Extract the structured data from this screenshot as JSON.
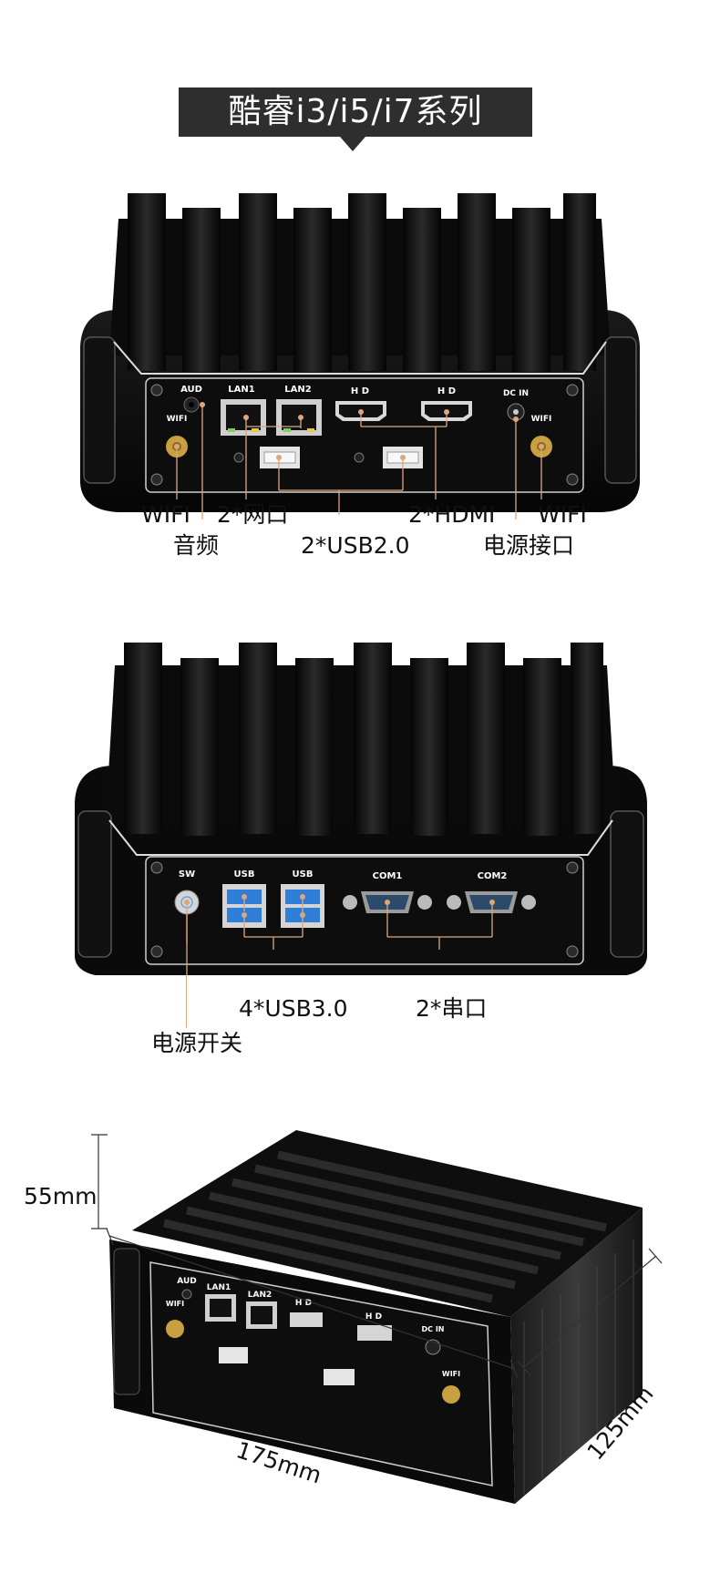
{
  "title": "酷睿i3/i5/i7系列",
  "view1": {
    "panel_labels": {
      "aud": "AUD",
      "lan1": "LAN1",
      "lan2": "LAN2",
      "hd1": "H D",
      "hd2": "H D",
      "dcin": "DC IN",
      "wifi_left": "WIFI",
      "wifi_right": "WIFI"
    },
    "callouts": {
      "wifi_left": "WIFI",
      "audio": "音频",
      "lan": "2*网口",
      "usb": "2*USB2.0",
      "hdmi": "2*HDMI",
      "wifi_right": "WIFI",
      "power": "电源接口"
    }
  },
  "view2": {
    "panel_labels": {
      "sw": "SW",
      "usb1": "USB",
      "usb2": "USB",
      "com1": "COM1",
      "com2": "COM2"
    },
    "callouts": {
      "usb3": "4*USB3.0",
      "serial": "2*串口",
      "power_switch": "电源开关"
    }
  },
  "view3": {
    "panel_labels": {
      "aud": "AUD",
      "lan1": "LAN1",
      "lan2": "LAN2",
      "hd1": "H D",
      "hd2": "H D",
      "dcin": "DC IN",
      "wifi_left": "WIFI",
      "wifi_right": "WIFI"
    },
    "dimensions": {
      "height": "55mm",
      "width": "175mm",
      "depth": "125mm"
    }
  },
  "colors": {
    "callout_line": "#e0a67a",
    "banner": "#2e2e2e",
    "usb3_blue": "#2f7fd8",
    "antenna_gold": "#c9a040"
  }
}
